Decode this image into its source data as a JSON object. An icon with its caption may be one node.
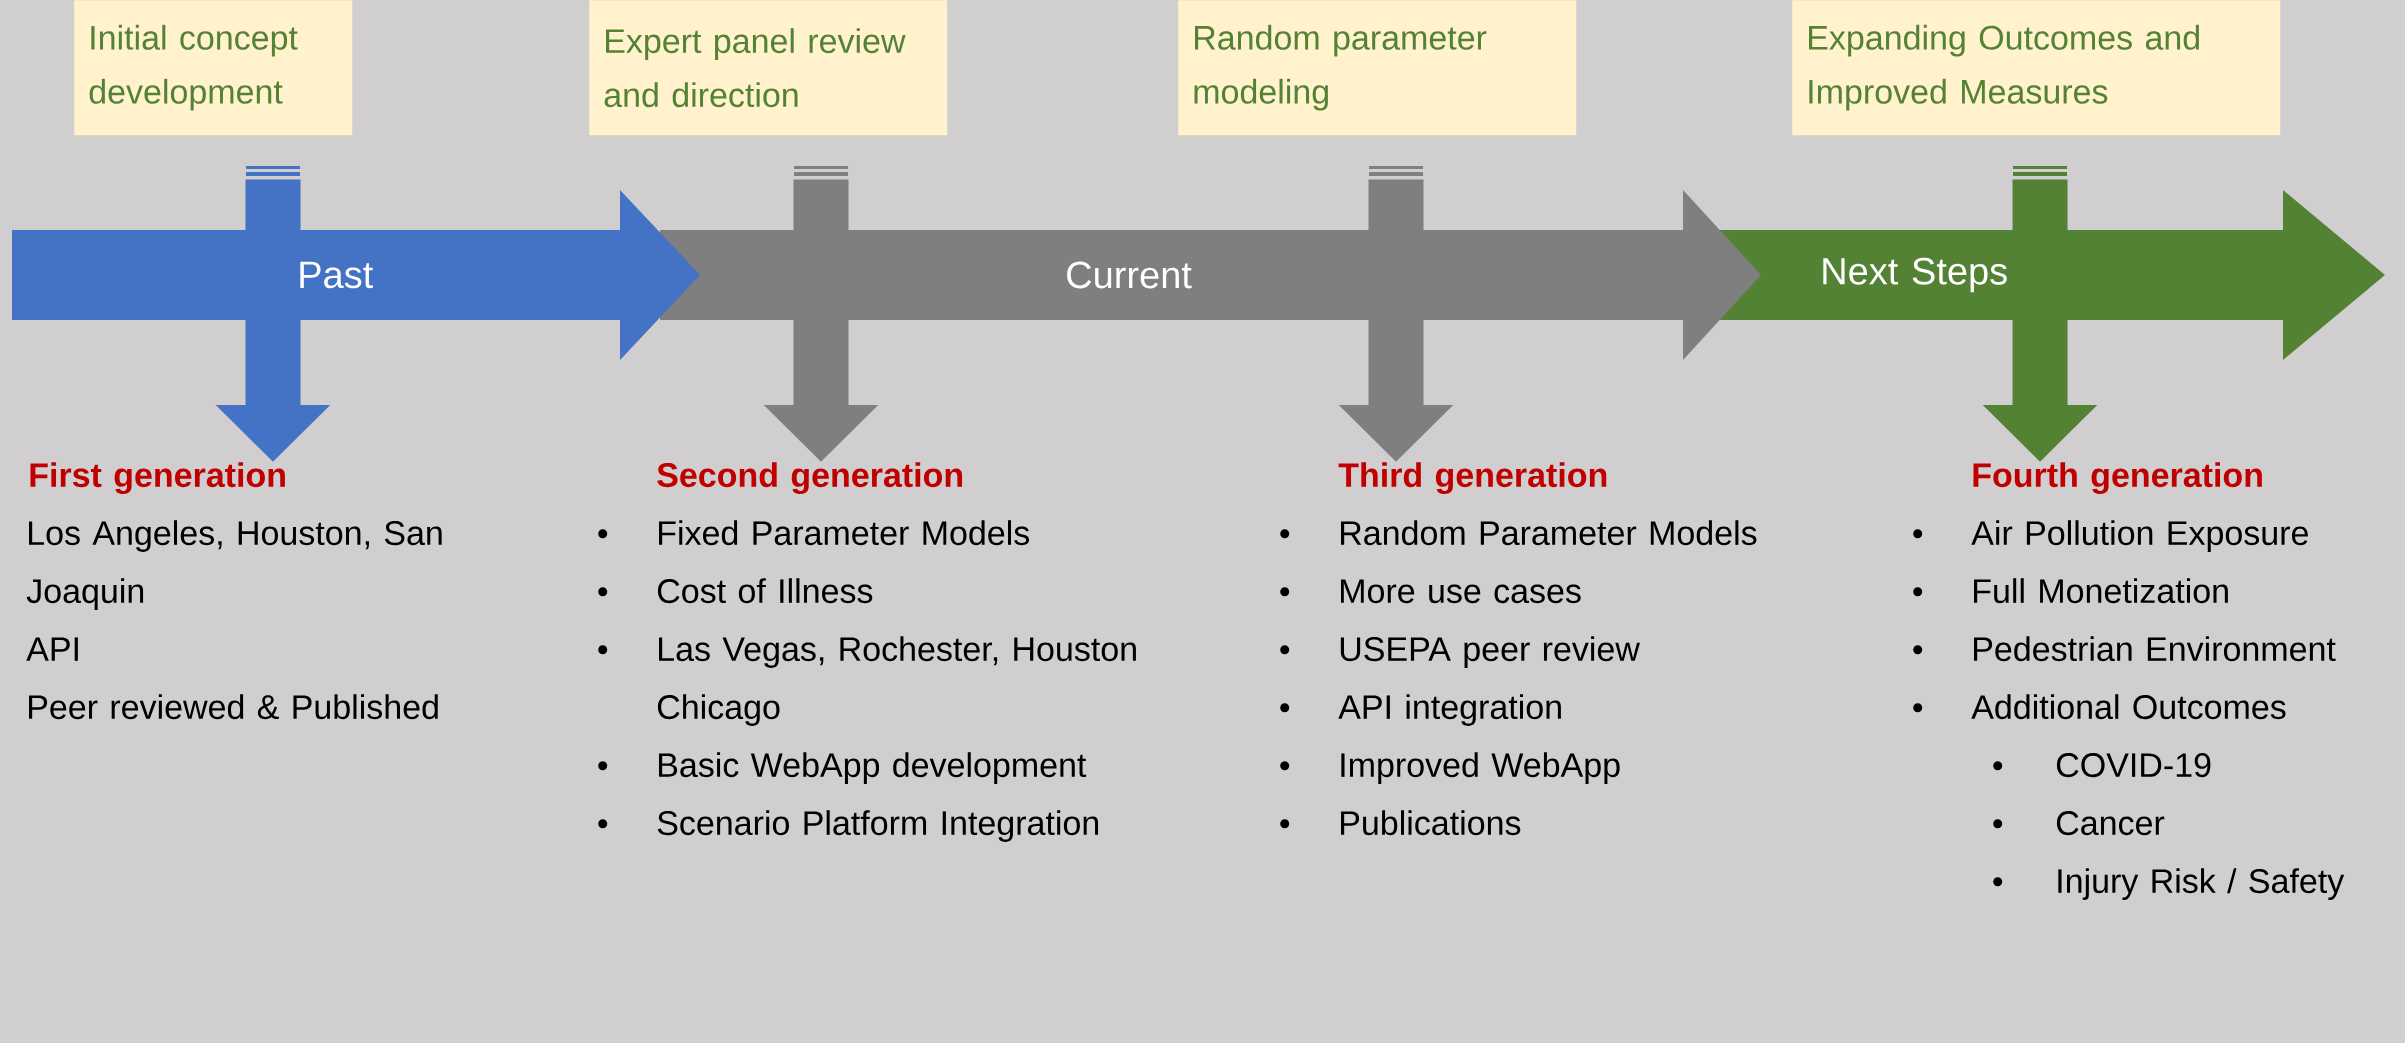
{
  "diagram": {
    "nodes": [
      {
        "text": [
          "Past"
        ]
      },
      {
        "text": [
          "Current"
        ]
      },
      {
        "text": [
          "Next Steps"
        ]
      },
      {
        "text": [
          "Initial concept development"
        ]
      },
      {
        "text": [
          "Expert panel review and direction"
        ]
      },
      {
        "text": [
          "Random parameter modeling"
        ]
      },
      {
        "text": [
          "Expanding Outcomes and Improved Measures"
        ]
      },
      {
        "text": [
          "First generation",
          "Los Angeles, Houston, San Joaquin",
          "API",
          "Peer reviewed & Published"
        ]
      },
      {
        "text": [
          "Second generation",
          "Fixed Parameter Models",
          "Cost of Illness",
          "Las Vegas, Rochester, Houston Chicago",
          "Basic WebApp development",
          "Scenario Platform Integration"
        ]
      },
      {
        "text": [
          "Third generation",
          "Random Parameter Models",
          "More use cases",
          "USEPA peer review",
          "API integration",
          "Improved WebApp",
          "Publications"
        ]
      },
      {
        "text": [
          "Fourth generation",
          "Air Pollution Exposure",
          "Full Monetization",
          "Pedestrian Environment",
          "Additional Outcomes",
          "COVID-19",
          "Cancer",
          "Injury Risk / Safety"
        ]
      }
    ],
    "edges": [
      {
        "from": 3,
        "to": 0,
        "arrow": "none",
        "color": "#4472c4"
      },
      {
        "from": 0,
        "to": 7,
        "arrow": "to",
        "color": "#4472c4"
      },
      {
        "from": 4,
        "to": 1,
        "arrow": "none"
      },
      {
        "from": 1,
        "to": 8,
        "arrow": "to"
      },
      {
        "from": 5,
        "to": 1,
        "arrow": "none"
      },
      {
        "from": 1,
        "to": 9,
        "arrow": "to"
      },
      {
        "from": 6,
        "to": 2,
        "arrow": "none",
        "color": "#548235"
      },
      {
        "from": 2,
        "to": 10,
        "arrow": "to",
        "color": "#548235"
      }
    ]
  }
}
